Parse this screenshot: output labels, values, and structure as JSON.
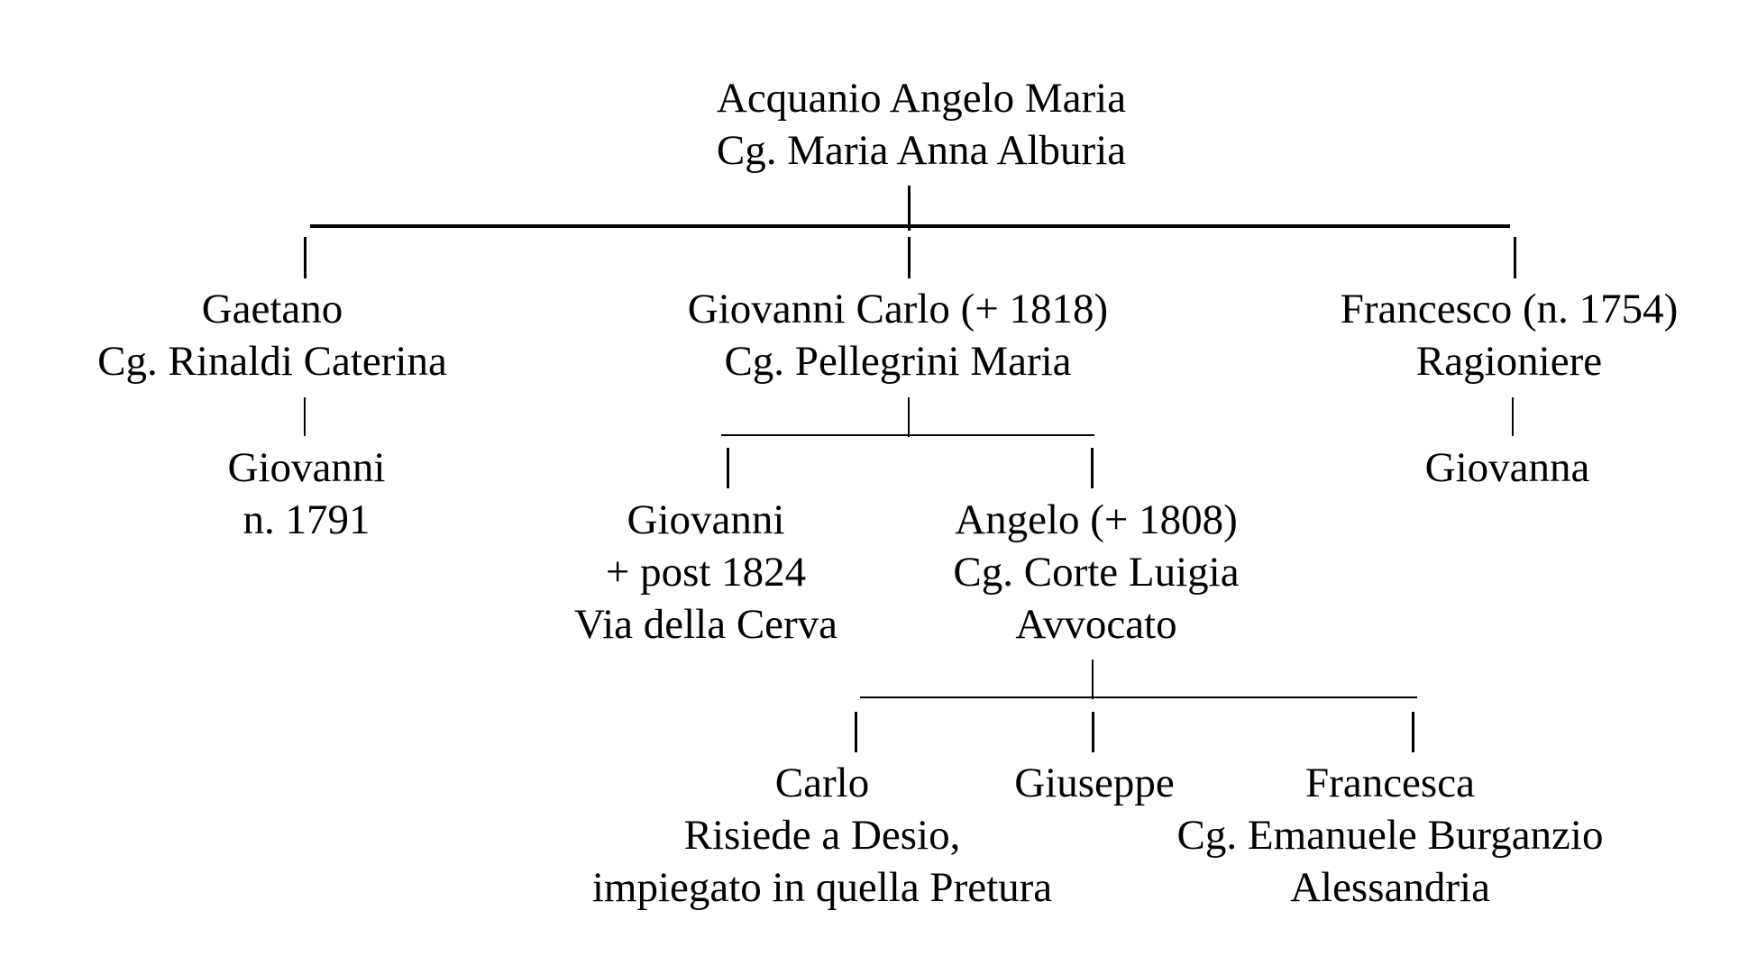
{
  "people": {
    "acquanio": {
      "lines": [
        "Acquanio Angelo Maria",
        "Cg. Maria Anna Alburia"
      ]
    },
    "gaetano": {
      "lines": [
        "Gaetano",
        "Cg. Rinaldi Caterina"
      ]
    },
    "giovanni_carlo": {
      "lines": [
        "Giovanni Carlo (+ 1818)",
        "Cg. Pellegrini Maria"
      ]
    },
    "francesco": {
      "lines": [
        "Francesco (n. 1754)",
        "Ragioniere"
      ]
    },
    "giovanni_1791": {
      "lines": [
        "Giovanni",
        "n. 1791"
      ]
    },
    "giovanni_cerva": {
      "lines": [
        "Giovanni",
        "+ post 1824",
        "Via della Cerva"
      ]
    },
    "angelo": {
      "lines": [
        "Angelo (+ 1808)",
        "Cg. Corte Luigia",
        "Avvocato"
      ]
    },
    "giovanna": {
      "lines": [
        "Giovanna"
      ]
    },
    "carlo": {
      "lines": [
        "Carlo",
        "Risiede a Desio,",
        "impiegato in quella Pretura"
      ]
    },
    "giuseppe": {
      "lines": [
        "Giuseppe"
      ]
    },
    "francesca": {
      "lines": [
        "Francesca",
        "Cg. Emanuele Burganzio",
        "Alessandria"
      ]
    }
  },
  "relations": [
    {
      "parent": "acquanio",
      "children": [
        "gaetano",
        "giovanni_carlo",
        "francesco"
      ]
    },
    {
      "parent": "gaetano",
      "children": [
        "giovanni_1791"
      ]
    },
    {
      "parent": "giovanni_carlo",
      "children": [
        "giovanni_cerva",
        "angelo"
      ]
    },
    {
      "parent": "francesco",
      "children": [
        "giovanna"
      ]
    },
    {
      "parent": "angelo",
      "children": [
        "carlo",
        "giuseppe",
        "francesca"
      ]
    }
  ]
}
